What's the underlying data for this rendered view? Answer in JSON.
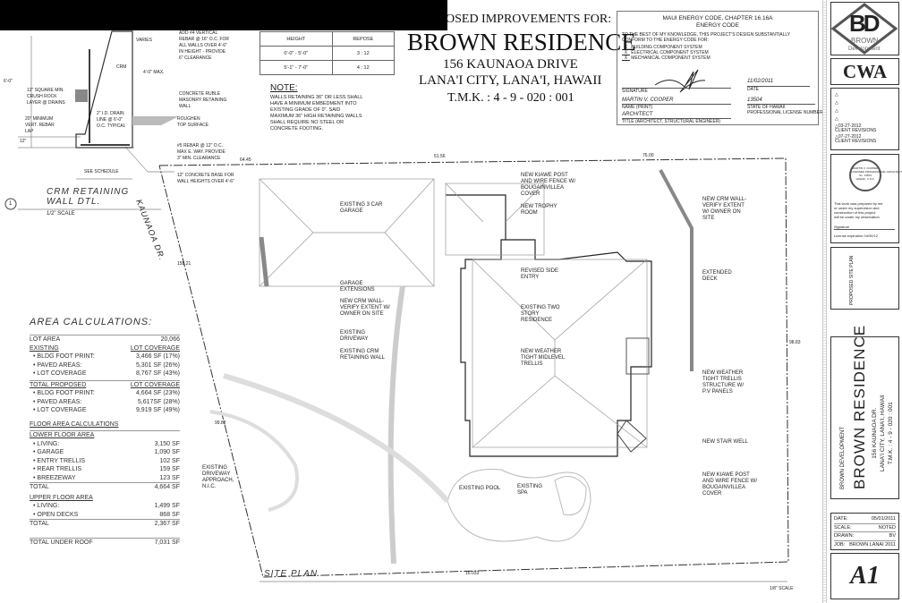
{
  "header": {
    "improvements": "OSED IMPROVEMENTS FOR:",
    "title": "BROWN RESIDENCE",
    "address": "156 KAUNAOA DRIVE",
    "city": "LANA'I CITY, LANA'I, HAWAII",
    "tmk": "T.M.K. : 4 - 9 - 020 : 001"
  },
  "repose_table": {
    "headers": [
      "HEIGHT",
      "REPOSE"
    ],
    "rows": [
      [
        "0'-0\" - 5'-0\"",
        "3 : 12"
      ],
      [
        "5'-1\" - 7'-0\"",
        "4 : 12"
      ]
    ]
  },
  "note": {
    "title": "NOTE:",
    "text": "WALLS RETAINING 36\" OR LESS SHALL\nHAVE A MINIMUM EMBEDMENT INTO\nEXISTING GRADE OF 0\". SAID\nMAXIMUM 36\" HIGH RETAINING WALLS\nSHALL REQUIRE NO STEEL OR\nCONCRETE FOOTING."
  },
  "detail": {
    "labels": [
      "ADD #4 VERTICAL\nREBAR @ 16\" O.C. FOR\nALL WALLS OVER 4'-6\"\nIN HEIGHT - PROVIDE\n6\" CLEARANCE",
      "VARIES",
      "CRM",
      "4'-0\" MAX.",
      "6'-0\"",
      "12\" SQUARE MIN.\nCRUSH ROCK\nLAYER @ DRAINS",
      "CONCRETE RUBLE\nMASONRY RETAINING\nWALL",
      "2\" I.D. DRAIN\nLINE @ 6'-0\"\nO.C. TYPICAL",
      "20\" MINIMUM\nVERT. REBAR\nLAP",
      "ROUGHEN\nTOP SURFACE",
      "12\"",
      "#5 REBAR @ 12\" O.C.\nMAX E. WAY. PROVIDE\n3\" MIN. CLEARANCE",
      "SEE SCHEDULE",
      "12\" CONCRETE BASE FOR\nWALL HEIGHTS OVER 4'-6\""
    ],
    "title": "CRM RETAINING\nWALL DTL.",
    "number": "1",
    "scale": "1/2\" SCALE"
  },
  "energy": {
    "title": "MAUI ENERGY CODE, CHAPTER 16.16A\nENERGY CODE",
    "intro": "TO THE BEST OF MY KNOWLEDGE, THIS PROJECT'S DESIGN SUBSTANTIALLY\nCONFORM TO THE ENERGY CODE FOR:",
    "items": [
      "BUILDING COMPONENT SYSTEM",
      "ELECTRICAL COMPONENT SYSTEM",
      "MECHANICAL COMPONENT SYSTEM"
    ],
    "mark": "X",
    "signature_label": "SIGNATURE",
    "date": "11/02/2011",
    "date_label": "DATE",
    "name": "MARTIN V. COOPER",
    "name_label": "NAME (PRINT)",
    "license": "13504",
    "license_label": "STATE OF HAWAII\nPROFESSIONAL LICENSE NUMBER",
    "title_value": "ARCHITECT",
    "title_label": "TITLE (ARCHITECT, STRUCTURAL ENGINEER)"
  },
  "area": {
    "heading": "AREA CALCULATIONS:",
    "lot_area_label": "LOT AREA",
    "lot_area": "20,066",
    "existing": {
      "label": "EXISTING",
      "col": "LOT COVERAGE",
      "rows": [
        [
          "• BLDG FOOT PRINT:",
          "3,466 sf (17%)"
        ],
        [
          "• PAVED AREAS:",
          "5,301 sf (26%)"
        ],
        [
          "• LOT COVERAGE",
          "8,767 sf (43%)"
        ]
      ]
    },
    "proposed": {
      "label": "TOTAL PROPOSED",
      "col": "LOT COVERAGE",
      "rows": [
        [
          "• BLDG FOOT PRINT:",
          "4,664 sf (23%)"
        ],
        [
          "• PAVED AREAS:",
          "5,617sf (28%)"
        ],
        [
          "• LOT COVERAGE",
          "9,919 sf (49%)"
        ]
      ]
    },
    "floor_heading": "FLOOR AREA CALCULATIONS",
    "lower": {
      "label": "LOWER FLOOR AREA",
      "rows": [
        [
          "• LIVING:",
          "3,150",
          "SF"
        ],
        [
          "• GARAGE",
          "1,090",
          "SF"
        ],
        [
          "• ENTRY TRELLIS",
          "102",
          "SF"
        ],
        [
          "• REAR TRELLIS",
          "159",
          "SF"
        ],
        [
          "• BREEZEWAY",
          "123",
          "SF"
        ]
      ],
      "total_label": "TOTAL",
      "total": "4,664 SF"
    },
    "upper": {
      "label": "UPPER FLOOR AREA",
      "rows": [
        [
          "• LIVING:",
          "1,499",
          "SF"
        ],
        [
          "• OPEN DECKS",
          "868",
          "SF"
        ]
      ],
      "total_label": "TOTAL",
      "total": "2,367 SF"
    },
    "under_roof_label": "TOTAL UNDER ROOF",
    "under_roof": "7,031 SF"
  },
  "site": {
    "title": "SITE PLAN",
    "scale": "1/8\" SCALE",
    "street": "KAUNAOA DR.",
    "dims": [
      "64.45",
      "51.56",
      "76.00",
      "16.033",
      "158.21",
      "98.83",
      "99.82"
    ],
    "labels": [
      "EXISTING 3 CAR\nGARAGE",
      "NEW KIAWE POST\nand WIRE FENCE w/\nBOUGAINVILLEA\nCOVER",
      "NEW TROPHY\nROOM",
      "GARAGE\nEXTENSIONS",
      "NEW CRM WALL-\nVERIFY EXTENT w/\nOWNER ON SITE",
      "REVISED SIDE\nENTRY",
      "EXISTING\nDRIVEWAY",
      "EXISTING TWO\nSTORY\nRESIDENCE",
      "EXISTING CRM\nRETAINING WALL",
      "NEW WEATHER\nTIGHT MIDLEVEL\nTRELLIS",
      "NEW CRM WALL-\nVERIFY EXTENT\nw/ OWNER ON\nSITE",
      "EXTENDED\nDECK",
      "NEW WEATHER\nTIGHT TRELLIS\nSTRUCTURE w/\nP.V PANELS",
      "NEW STAIR WELL",
      "NEW KIAWE POST\nand WIRE FENCE w/\nBOUGAINVILLEA\nCOVER",
      "EXISTING POOL",
      "EXISTING\nSPA",
      "EXISTING\nDRIVEWAY\nAPPROACH,\nN.I.C."
    ]
  },
  "titleblock": {
    "logo_initials": "BD",
    "logo_name": "BROWN",
    "logo_sub": "Development",
    "firm": "CWA",
    "revisions": [
      "03-27-2012\nCLIENT REVISIONS",
      "07-27-2012\nCLIENT REVISIONS"
    ],
    "stamp": "MARTIN V. COOPER\nLICENSED PROFESSIONAL ARCHITECT\nNo. 13504\nHAWAII, U.S.A.",
    "stamp_note": "This work was prepared by me\nor under my supervision and\nconstruction of this project\nwill be under my observation.",
    "stamp_sig": "Signature",
    "stamp_exp": "License expiration 04/30/12",
    "sheet_title": "PROPOSED SITE PLAN",
    "client": "BROWN DEVELOPMENT",
    "project": "BROWN RESIDENCE",
    "proj_addr": "156 KAUNAOA DR.\nLANA'I CITY, LANA'I, HAWAII\nT.M.K. : 4 - 9 - 020 : 001",
    "info": [
      [
        "DATE:",
        "05/01/2011"
      ],
      [
        "SCALE:",
        "NOTED"
      ],
      [
        "DRAWN:",
        "BV"
      ],
      [
        "JOB:",
        "BROWN LANAI 2011"
      ]
    ],
    "sheet": "A1"
  }
}
